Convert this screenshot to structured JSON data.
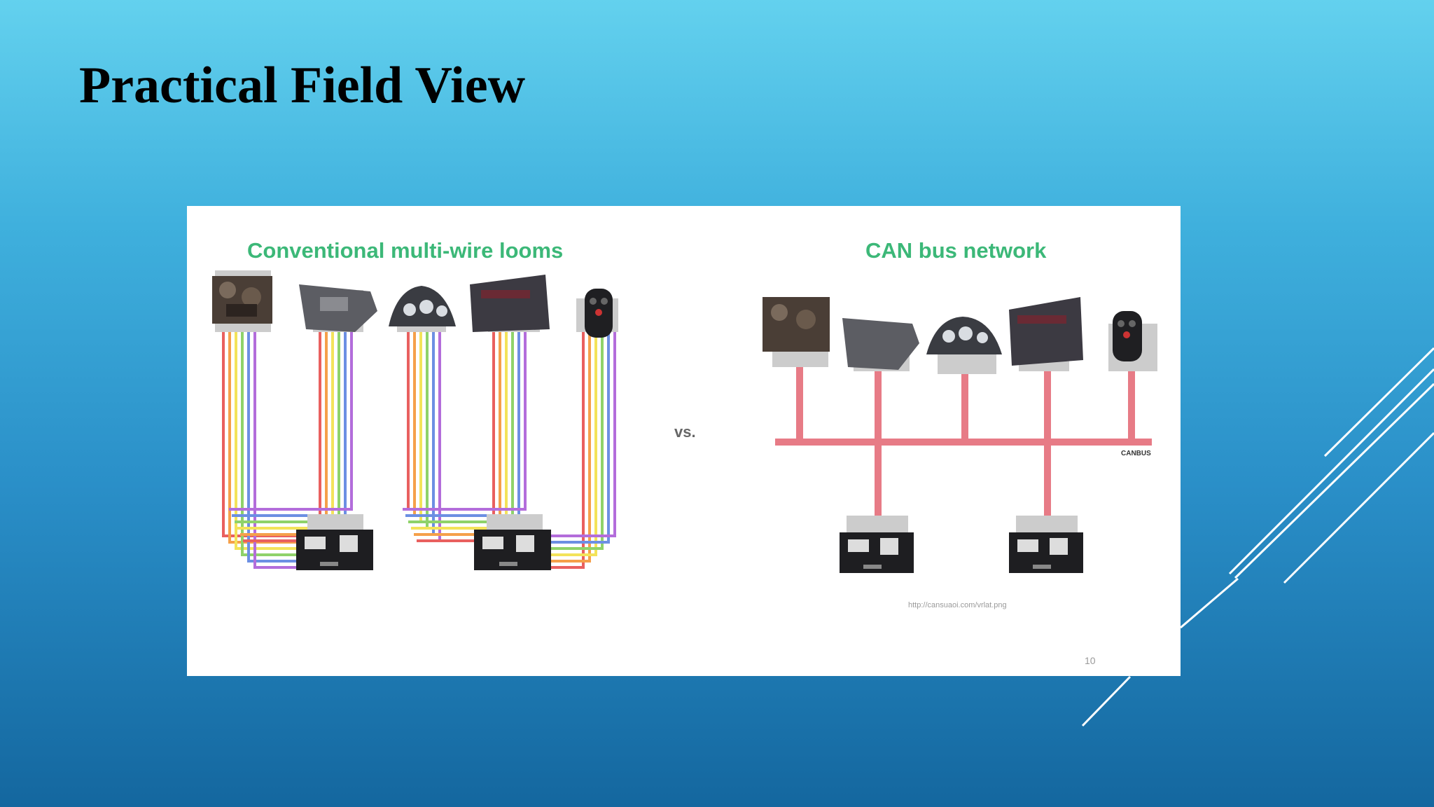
{
  "slide": {
    "title": "Practical Field View"
  },
  "diagram": {
    "left_caption": "Conventional multi-wire looms",
    "right_caption": "CAN bus network",
    "vs_label": "vs.",
    "bus_label": "CANBUS",
    "source_url": "http://cansuaoi.com/vrlat.png",
    "page_number": "10",
    "components": [
      "engine",
      "transmission",
      "instrument-cluster",
      "door-panel",
      "key-fob"
    ],
    "controllers": [
      "ecu-1",
      "ecu-2"
    ],
    "wire_colors": [
      "#e9605f",
      "#f5a04a",
      "#f3e35a",
      "#8fd26a",
      "#6c8fe3",
      "#b36ddb"
    ],
    "bus_color": "#e77b86",
    "caption_color": "#3cb878"
  }
}
